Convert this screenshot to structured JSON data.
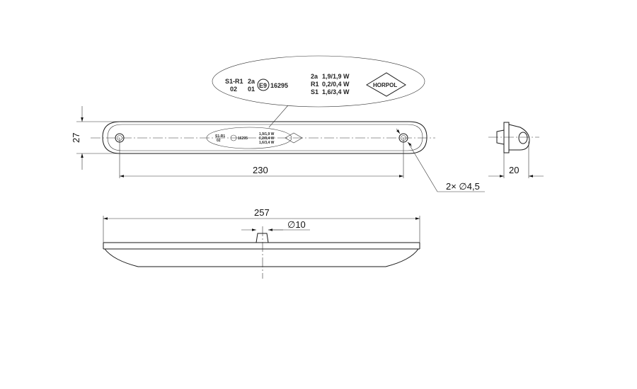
{
  "drawing": {
    "title": "Marker lamp technical drawing",
    "dimensions": {
      "height": "27",
      "hole_spacing": "230",
      "holes": "2× ∅4,5",
      "depth": "20",
      "overall_length": "257",
      "stud_diameter": "∅10"
    },
    "label_detail": {
      "left_block": {
        "line1": "S1-R1",
        "line2": "02",
        "col2_line1": "2a",
        "col2_line2": "01",
        "approval_mark": "E9",
        "approval_number": "16295"
      },
      "right_block": {
        "rows": [
          {
            "code": "2a",
            "value": "1,9/1,9 W"
          },
          {
            "code": "R1",
            "value": "0,2/0,4 W"
          },
          {
            "code": "S1",
            "value": "1,6/3,4 W"
          }
        ]
      },
      "logo": "HORPOL"
    }
  }
}
